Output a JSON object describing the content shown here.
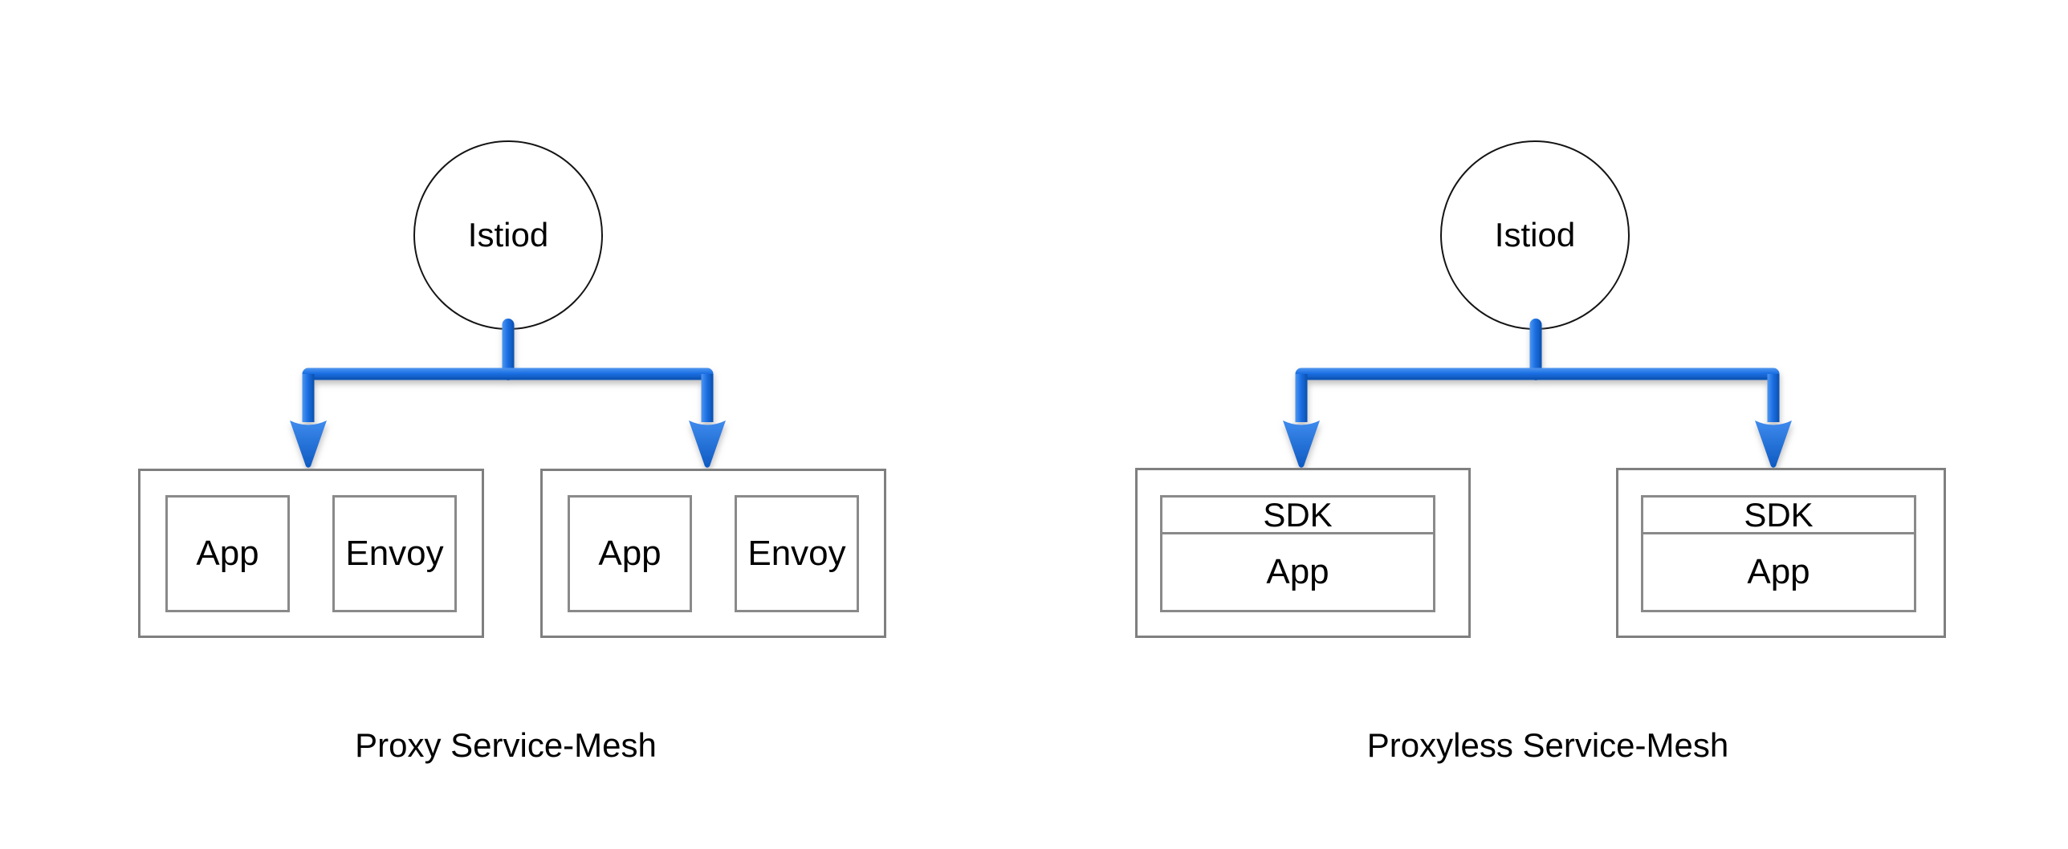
{
  "panels": [
    {
      "controller": "Istiod",
      "caption": "Proxy Service-Mesh",
      "pods": [
        {
          "components": [
            "App",
            "Envoy"
          ]
        },
        {
          "components": [
            "App",
            "Envoy"
          ]
        }
      ]
    },
    {
      "controller": "Istiod",
      "caption": "Proxyless Service-Mesh",
      "pods": [
        {
          "layers": [
            "SDK",
            "App"
          ]
        },
        {
          "layers": [
            "SDK",
            "App"
          ]
        }
      ]
    }
  ],
  "colors": {
    "arrow_blue_light": "#4f96f0",
    "arrow_blue": "#1c70e4",
    "arrow_blue_dark": "#0a4fae",
    "arrow_head_top": "#3f8bee",
    "arrow_head_tip": "#0d5ac2",
    "pod_border": "#7f7f7f",
    "inner_border": "#8a8a8a",
    "circle_border": "#141414",
    "text": "#000000",
    "background": "#ffffff"
  }
}
